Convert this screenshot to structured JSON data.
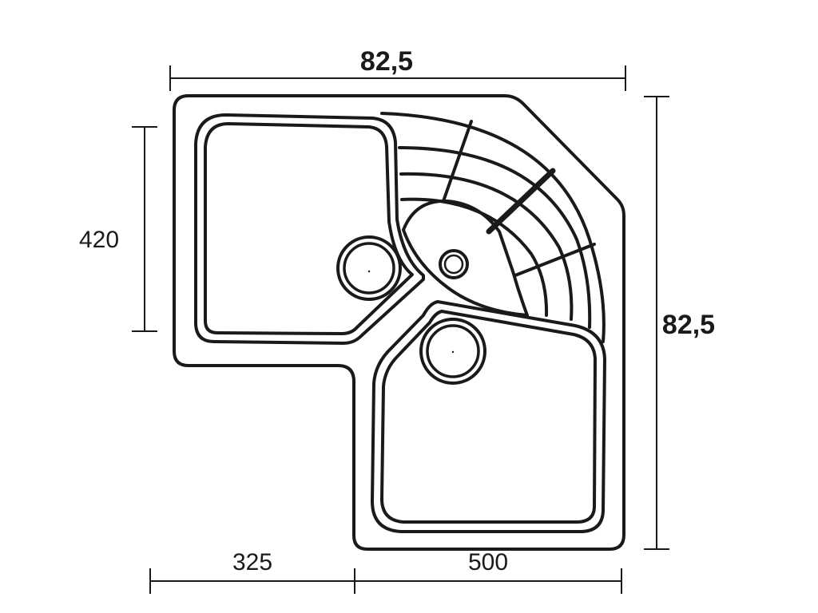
{
  "dimensions": {
    "top_width": "82,5",
    "right_height": "82,5",
    "left_bowl_height": "420",
    "bottom_left_width": "325",
    "bottom_right_width": "500"
  },
  "colors": {
    "line": "#1a1a1a",
    "background": "#ffffff"
  }
}
